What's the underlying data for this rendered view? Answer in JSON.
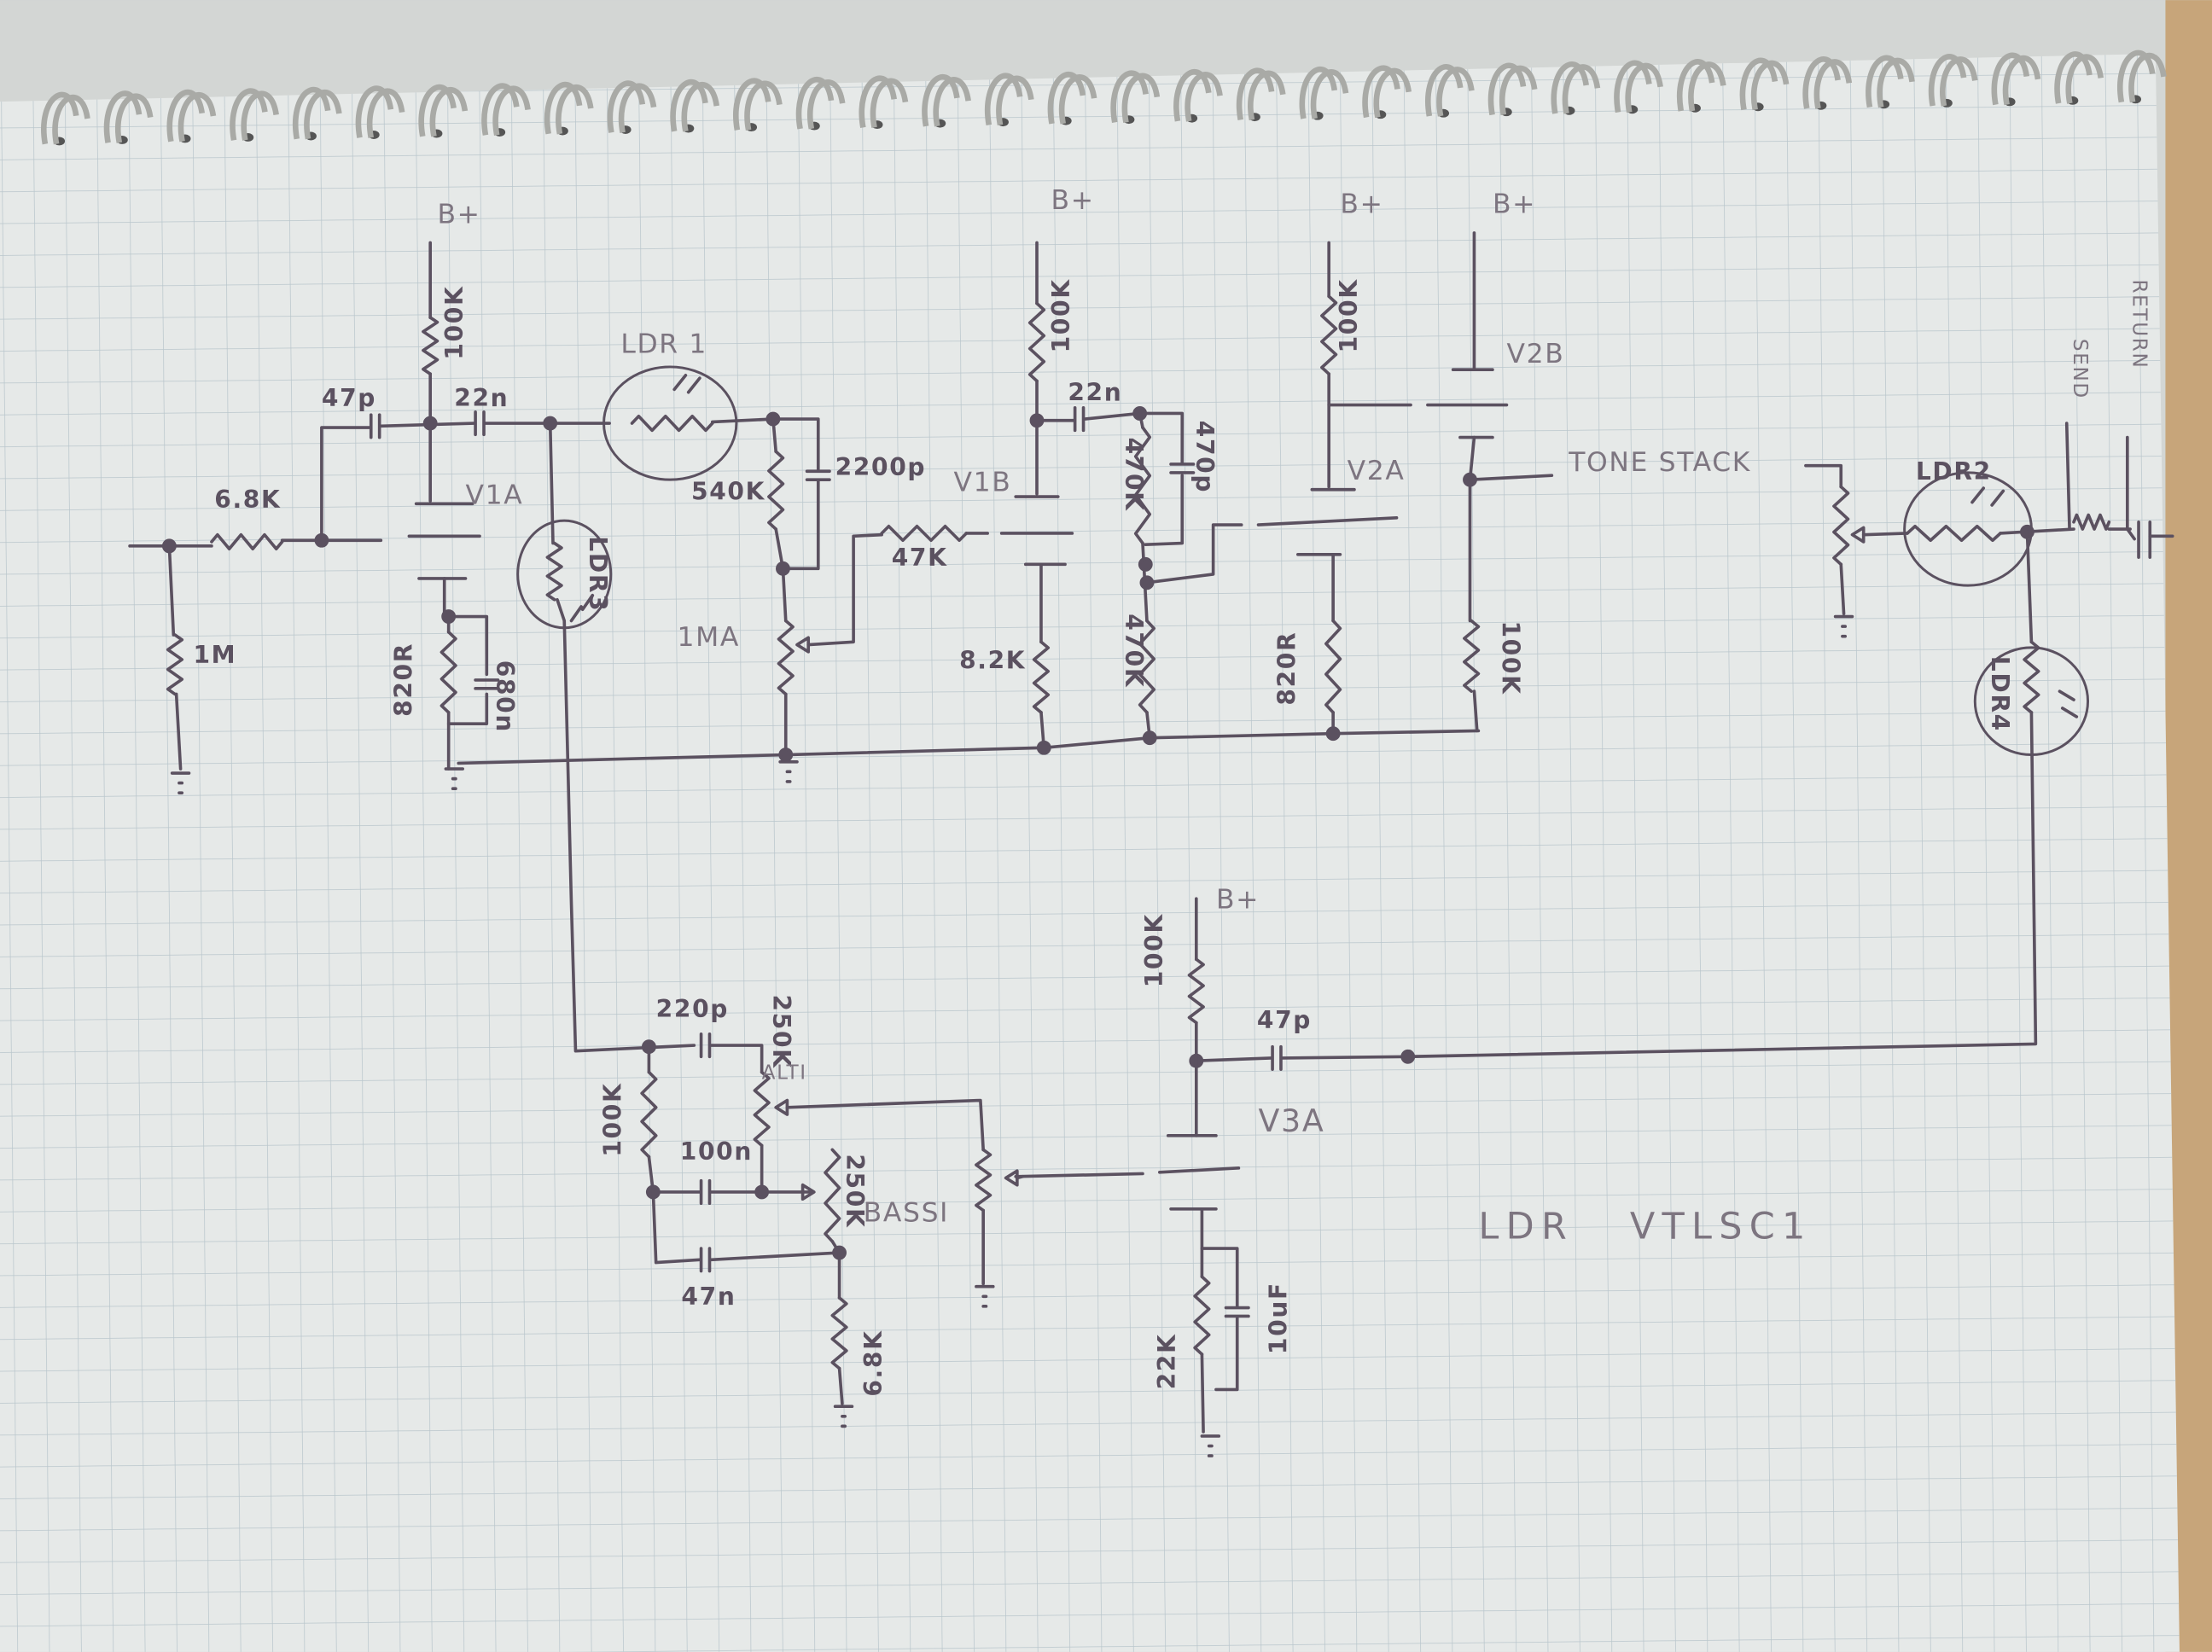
{
  "title_note": "LDR   VTLSC1",
  "supply": {
    "bplus_v1a": "B+",
    "bplus_v1b": "B+",
    "bplus_v2a": "B+",
    "bplus_v2b": "B+",
    "bplus_v3a": "B+"
  },
  "input_stage": {
    "r_input": "6.8K",
    "r_grid": "1M",
    "c_bright": "47p",
    "r_plate": "100K",
    "c_coupling": "22n",
    "tube": "V1A",
    "r_cathode": "820R",
    "c_cathode": "680n",
    "ldr1": "LDR 1",
    "ldr3": "LDR3"
  },
  "second_stage": {
    "r_divider": "540K",
    "c_bright": "2200p",
    "pot_gain": "1MA",
    "r_grid": "47K",
    "tube": "V1B",
    "r_plate": "100K",
    "c_coupling": "22n",
    "r_mixer_top": "470K",
    "c_mixer": "470p",
    "r_mixer_bottom": "470K",
    "r_cathode": "8.2K"
  },
  "third_stage": {
    "r_plate": "100K",
    "tube_a": "V2A",
    "r_cathode": "820R",
    "tube_b": "V2B",
    "r_cathode_follower": "100K",
    "tone_stack": "TONE  STACK"
  },
  "loop": {
    "ldr2": "LDR2",
    "ldr4": "LDR4",
    "send": "SEND",
    "return": "RETURN"
  },
  "tone_stack": {
    "c_treble": "220p",
    "pot_treble": "250K",
    "treble_label": "ALTI",
    "r_slope": "100K",
    "c_mid": "100n",
    "pot_bass": "250K",
    "bass_label": "BASSI",
    "c_bass": "47n",
    "r_mid": "6.8K"
  },
  "recovery_stage": {
    "r_plate": "100K",
    "c_out": "47p",
    "tube": "V3A",
    "r_cathode": "22K",
    "c_cathode": "10uF"
  },
  "colors": {
    "pencil": "#5b5160",
    "paper": "#e6e9e8",
    "grid": "#b9c6cc",
    "wood": "#c7a57a",
    "ring": "#b8b8b4"
  }
}
